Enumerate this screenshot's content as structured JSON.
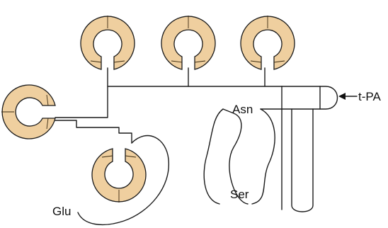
{
  "labels": {
    "asn": "Asn",
    "ser": "Ser",
    "glu": "Glu",
    "tpa": "t-PA"
  },
  "colors": {
    "domain_fill": "#efcf9f",
    "outline": "#1a1a1a",
    "background": "#ffffff"
  }
}
